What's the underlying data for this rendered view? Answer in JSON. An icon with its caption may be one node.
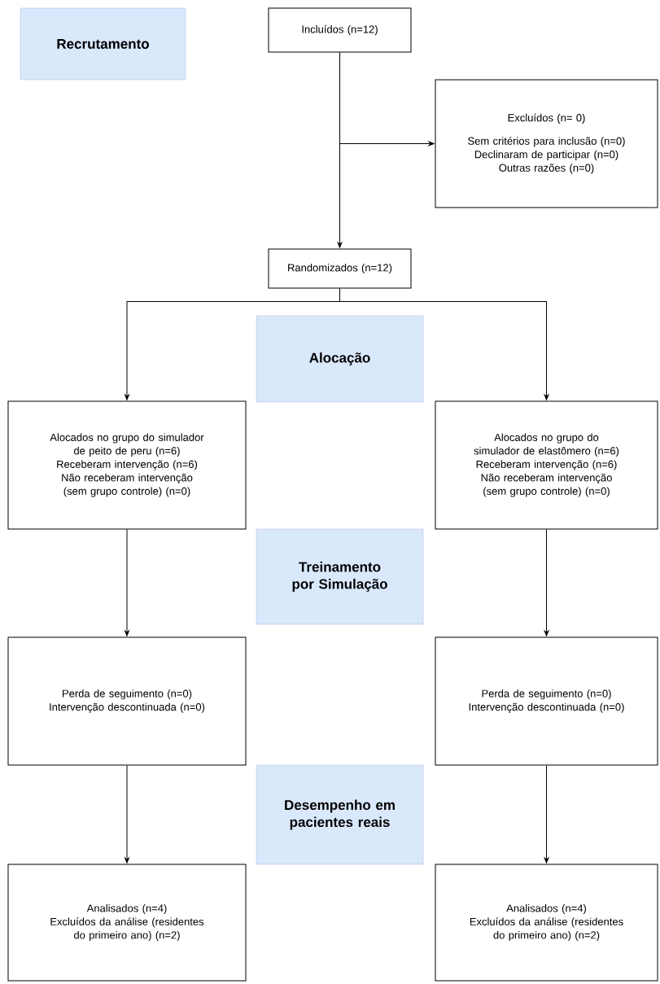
{
  "diagram": {
    "nodes": [
      {
        "text": [
          "Recrutamento"
        ]
      },
      {
        "text": [
          "Incluídos (n=12)"
        ]
      },
      {
        "text": [
          "Excluídos (n= 0)",
          "Sem critérios para inclusão (n=0)",
          "Declinaram de participar (n=0)",
          "Outras razões (n=0)"
        ]
      },
      {
        "text": [
          "Randomizados (n=12)"
        ]
      },
      {
        "text": [
          "Alocação"
        ]
      },
      {
        "text": [
          "Alocados no grupo do simulador de peito de peru (n=6)",
          "Receberam intervenção (n=6)",
          "Não receberam intervenção (sem grupo controle) (n=0)"
        ]
      },
      {
        "text": [
          "Alocados no grupo do simulador de elastômero (n=6)",
          "Receberam intervenção (n=6)",
          "Não receberam intervenção (sem grupo controle) (n=0)"
        ]
      },
      {
        "text": [
          "Treinamento por Simulação"
        ]
      },
      {
        "text": [
          "Perda de seguimento (n=0)",
          "Intervenção descontinuada (n=0)"
        ]
      },
      {
        "text": [
          "Perda de seguimento (n=0)",
          "Intervenção descontinuada (n=0)"
        ]
      },
      {
        "text": [
          "Desempenho em pacientes reais"
        ]
      },
      {
        "text": [
          "Analisados (n=4)",
          "Excluídos da análise (residentes do primeiro ano) (n=2)"
        ]
      },
      {
        "text": [
          "Analisados (n=4)",
          "Excluídos da análise (residentes do primeiro ano) (n=2)"
        ]
      }
    ],
    "edges": [
      {
        "from": 1,
        "to": 3,
        "arrow": "to"
      },
      {
        "from": 1,
        "to": 2,
        "arrow": "to"
      },
      {
        "from": 3,
        "to": 5,
        "arrow": "to"
      },
      {
        "from": 3,
        "to": 6,
        "arrow": "to"
      },
      {
        "from": 5,
        "to": 8,
        "arrow": "to"
      },
      {
        "from": 6,
        "to": 9,
        "arrow": "to"
      },
      {
        "from": 8,
        "to": 11,
        "arrow": "to"
      },
      {
        "from": 9,
        "to": 12,
        "arrow": "to"
      }
    ]
  }
}
